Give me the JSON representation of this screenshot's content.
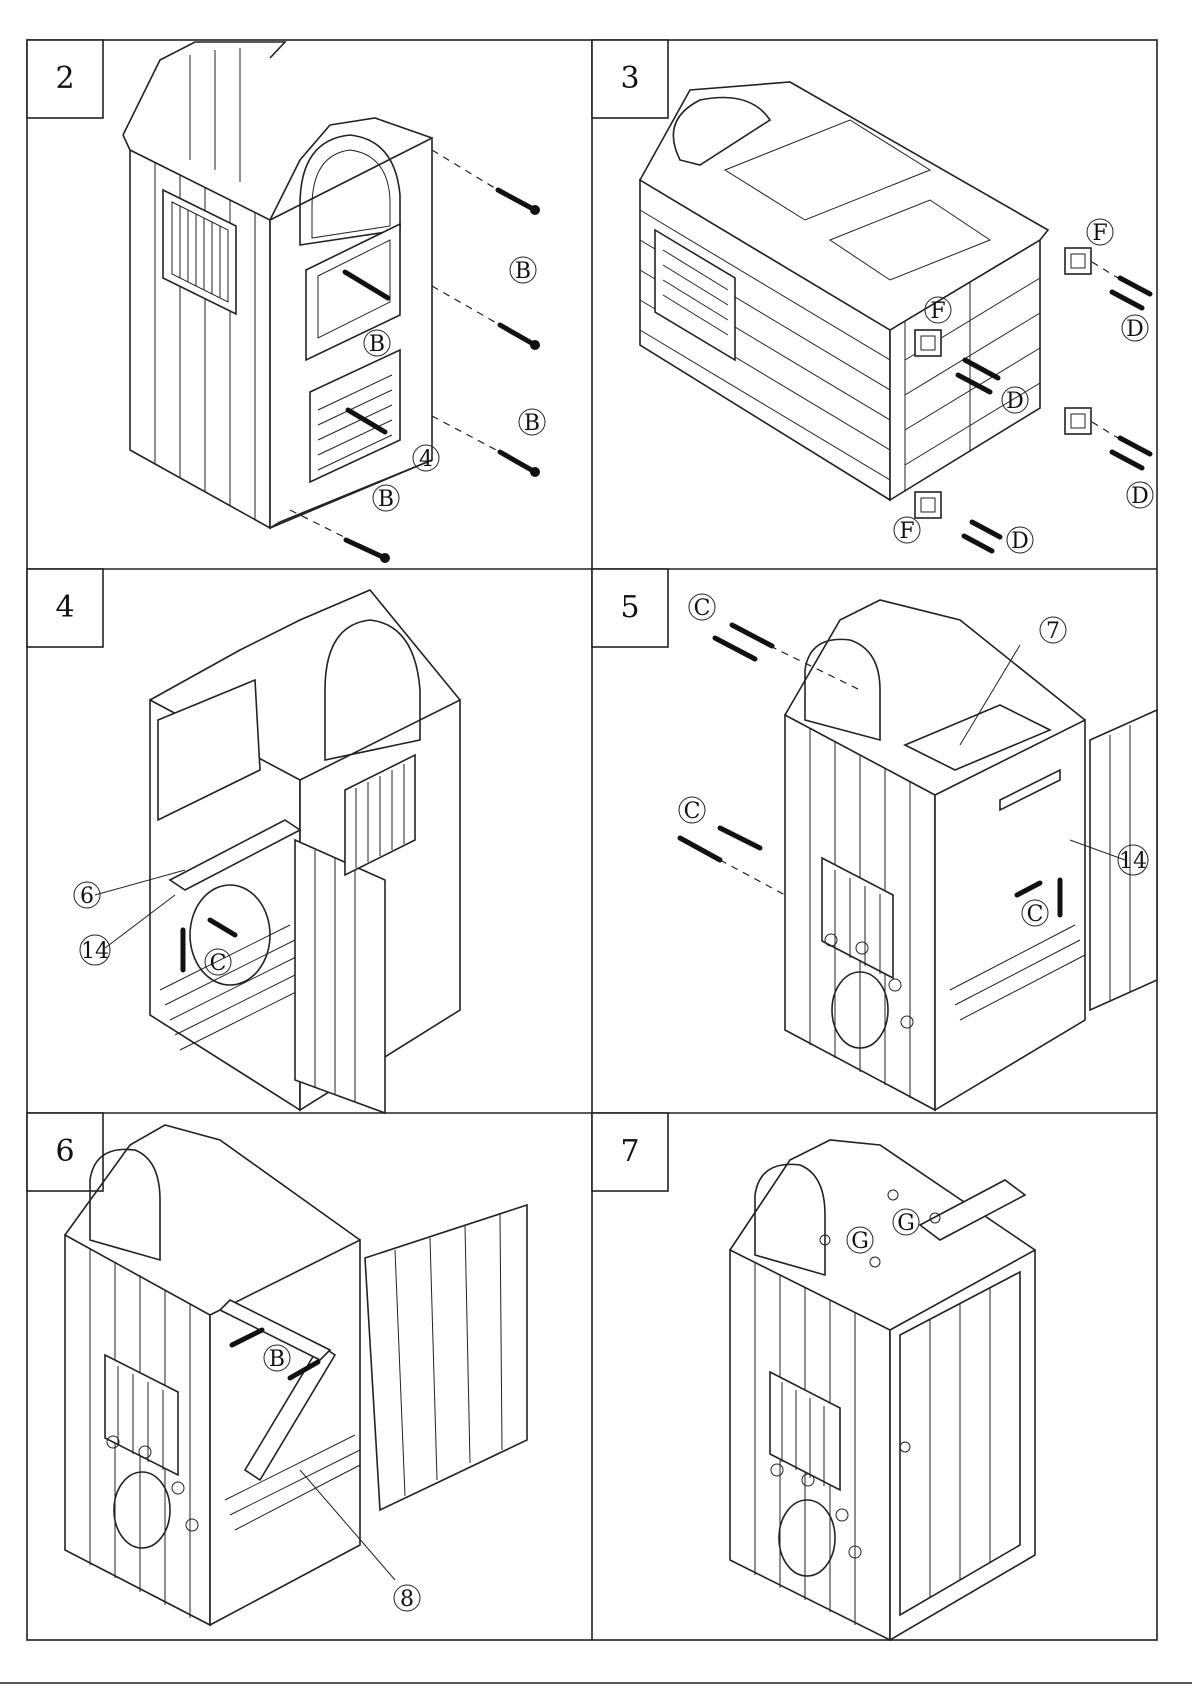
{
  "panels": [
    {
      "step": "2",
      "callouts": [
        "B",
        "B",
        "B",
        "B",
        "4"
      ]
    },
    {
      "step": "3",
      "callouts": [
        "F",
        "F",
        "F",
        "D",
        "D",
        "D",
        "D"
      ]
    },
    {
      "step": "4",
      "callouts": [
        "6",
        "14",
        "C"
      ]
    },
    {
      "step": "5",
      "callouts": [
        "C",
        "C",
        "7",
        "14",
        "C"
      ]
    },
    {
      "step": "6",
      "callouts": [
        "B",
        "8"
      ]
    },
    {
      "step": "7",
      "callouts": [
        "G",
        "G"
      ]
    }
  ]
}
